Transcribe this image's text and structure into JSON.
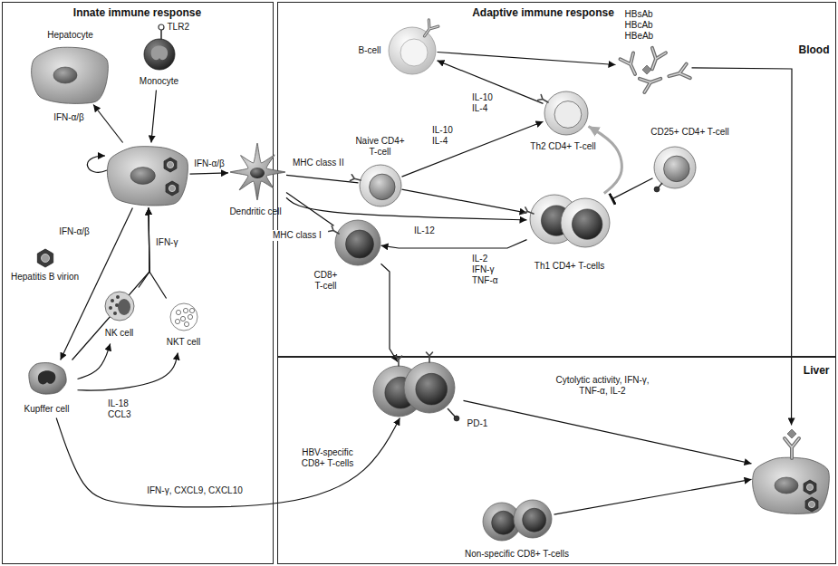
{
  "diagram": {
    "nodes": [
      {
        "text": [
          "Innate immune response"
        ]
      },
      {
        "text": [
          "Adaptive immune response",
          "Blood"
        ]
      },
      {
        "text": [
          "Liver"
        ]
      },
      {
        "text": [
          "Hepatocyte"
        ],
        "in": 0
      },
      {
        "text": [
          "TLR2",
          "Monocyte"
        ],
        "in": 0
      },
      {
        "text": [],
        "in": 0
      },
      {
        "text": [
          "Hepatitis B virion"
        ],
        "in": 0
      },
      {
        "text": [
          "Dendritic cell"
        ]
      },
      {
        "text": [
          "Kupffer cell"
        ],
        "in": 0
      },
      {
        "text": [
          "NK cell"
        ],
        "in": 0
      },
      {
        "text": [
          "NKT cell"
        ],
        "in": 0
      },
      {
        "text": [
          "B-cell"
        ],
        "in": 1
      },
      {
        "text": [
          "HBsAb HBcAb HBeAb"
        ],
        "in": 1
      },
      {
        "text": [
          "Naive CD4+ T-cell"
        ],
        "in": 1
      },
      {
        "text": [
          "Th2 CD4+ T-cell"
        ],
        "in": 1
      },
      {
        "text": [
          "CD25+ CD4+ T-cell"
        ],
        "in": 1
      },
      {
        "text": [
          "Th1 CD4+ T-cells"
        ],
        "in": 1
      },
      {
        "text": [
          "CD8+ T-cell"
        ],
        "in": 1
      },
      {
        "text": [
          "PD-1",
          "HBV-specific CD8+ T-cells"
        ],
        "in": 2
      },
      {
        "text": [
          "Non-specific CD8+ T-cells"
        ],
        "in": 2
      },
      {
        "text": [],
        "in": 2
      }
    ],
    "edges": [
      {
        "from": 5,
        "to": 3,
        "arrow": "to",
        "label": "IFN-α/β"
      },
      {
        "from": 4,
        "to": 5,
        "arrow": "to"
      },
      {
        "from": 5,
        "to": 7,
        "arrow": "to",
        "label": "IFN-α/β"
      },
      {
        "from": 5,
        "to": 8,
        "arrow": "to",
        "label": "IFN-α/β"
      },
      {
        "from": 8,
        "to": 5,
        "arrow": "to",
        "label": "IFN-γ"
      },
      {
        "from": 9,
        "to": 5,
        "arrow": "to"
      },
      {
        "from": 10,
        "to": 5,
        "arrow": "to"
      },
      {
        "from": 8,
        "to": 9,
        "arrow": "to",
        "label": "IL-18 CCL3"
      },
      {
        "from": 8,
        "to": 10,
        "arrow": "to"
      },
      {
        "from": 8,
        "to": 18,
        "arrow": "to",
        "label": "IFN-γ, CXCL9, CXCL10"
      },
      {
        "from": 7,
        "to": 13,
        "arrow": "none"
      },
      {
        "from": 7,
        "to": 17,
        "arrow": "none"
      },
      {
        "from": 7,
        "to": 16,
        "arrow": "to",
        "label": "IL-12"
      },
      {
        "from": 13,
        "to": 14,
        "arrow": "to",
        "label": "IL-10 IL-4"
      },
      {
        "from": 13,
        "to": 16,
        "arrow": "to"
      },
      {
        "from": 16,
        "to": 14,
        "arrow": "to"
      },
      {
        "from": 15,
        "to": 16,
        "arrow": "to"
      },
      {
        "from": 16,
        "to": 17,
        "arrow": "to",
        "label": "IL-2 IFN-γ TNF-α"
      },
      {
        "from": 14,
        "to": 11,
        "arrow": "to",
        "label": "IL-10 IL-4"
      },
      {
        "from": 11,
        "to": 12,
        "arrow": "to"
      },
      {
        "from": 12,
        "to": 20,
        "arrow": "to"
      },
      {
        "from": 17,
        "to": 18,
        "arrow": "to"
      },
      {
        "from": 18,
        "to": 20,
        "arrow": "to",
        "label": "Cytolytic activity, IFN-γ, TNF-α, IL-2"
      },
      {
        "from": 19,
        "to": 20,
        "arrow": "to"
      }
    ],
    "labels": [
      "MHC class II",
      "MHC class I"
    ]
  }
}
